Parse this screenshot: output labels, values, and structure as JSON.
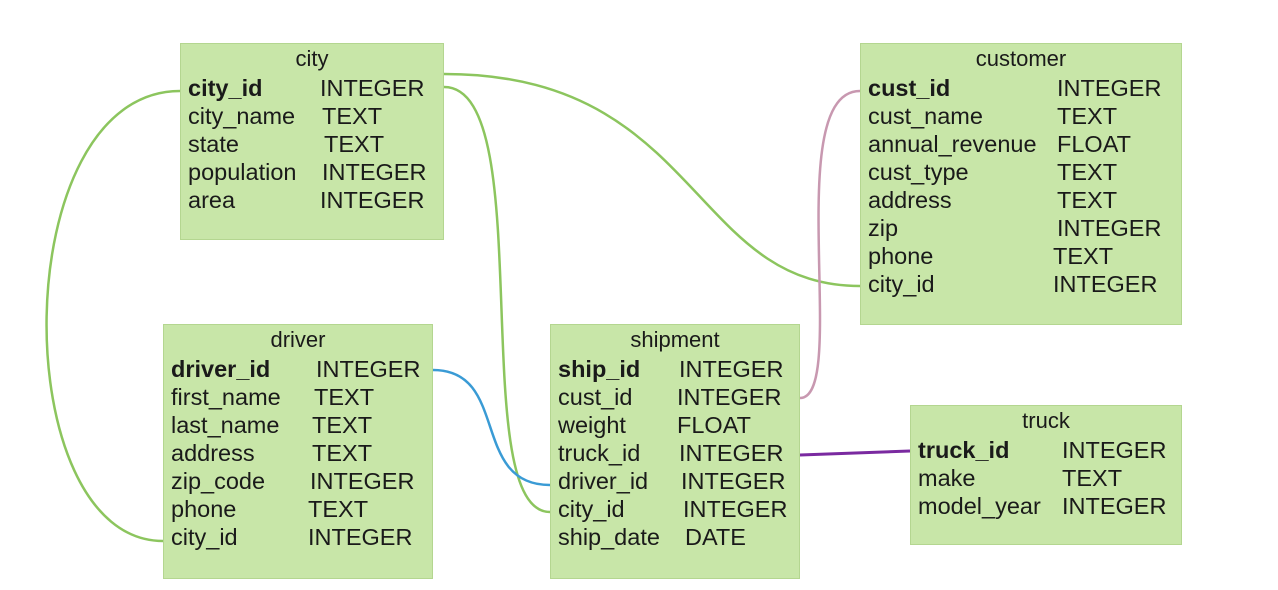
{
  "colors": {
    "entity_fill": "#c8e6a8",
    "link_green": "#8cc55e",
    "link_pink": "#c898b0",
    "link_blue": "#3a9bd5",
    "link_purple": "#7a2aa0"
  },
  "entities": {
    "city": {
      "title": "city",
      "fields": [
        {
          "name": "city_id",
          "type": "INTEGER",
          "primary_key": true
        },
        {
          "name": "city_name",
          "type": "TEXT"
        },
        {
          "name": "state",
          "type": "TEXT"
        },
        {
          "name": "population",
          "type": "INTEGER"
        },
        {
          "name": "area",
          "type": "INTEGER"
        }
      ]
    },
    "customer": {
      "title": "customer",
      "fields": [
        {
          "name": "cust_id",
          "type": "INTEGER",
          "primary_key": true
        },
        {
          "name": "cust_name",
          "type": "TEXT"
        },
        {
          "name": "annual_revenue",
          "type": "FLOAT"
        },
        {
          "name": "cust_type",
          "type": "TEXT"
        },
        {
          "name": "address",
          "type": "TEXT"
        },
        {
          "name": "zip",
          "type": "INTEGER"
        },
        {
          "name": "phone",
          "type": "TEXT"
        },
        {
          "name": "city_id",
          "type": "INTEGER"
        }
      ]
    },
    "driver": {
      "title": "driver",
      "fields": [
        {
          "name": "driver_id",
          "type": "INTEGER",
          "primary_key": true
        },
        {
          "name": "first_name",
          "type": "TEXT"
        },
        {
          "name": "last_name",
          "type": "TEXT"
        },
        {
          "name": "address",
          "type": "TEXT"
        },
        {
          "name": "zip_code",
          "type": "INTEGER"
        },
        {
          "name": "phone",
          "type": "TEXT"
        },
        {
          "name": "city_id",
          "type": "INTEGER"
        }
      ]
    },
    "shipment": {
      "title": "shipment",
      "fields": [
        {
          "name": "ship_id",
          "type": "INTEGER",
          "primary_key": true
        },
        {
          "name": "cust_id",
          "type": "INTEGER"
        },
        {
          "name": "weight",
          "type": "FLOAT"
        },
        {
          "name": "truck_id",
          "type": "INTEGER"
        },
        {
          "name": "driver_id",
          "type": "INTEGER"
        },
        {
          "name": "city_id",
          "type": "INTEGER"
        },
        {
          "name": "ship_date",
          "type": "DATE"
        }
      ]
    },
    "truck": {
      "title": "truck",
      "fields": [
        {
          "name": "truck_id",
          "type": "INTEGER",
          "primary_key": true
        },
        {
          "name": "make",
          "type": "TEXT"
        },
        {
          "name": "model_year",
          "type": "INTEGER"
        }
      ]
    }
  },
  "relationships": [
    {
      "from": "city.city_id",
      "to": "driver.city_id",
      "color": "#8cc55e"
    },
    {
      "from": "city.city_id",
      "to": "customer.city_id",
      "color": "#8cc55e"
    },
    {
      "from": "city.city_id",
      "to": "shipment.city_id",
      "color": "#8cc55e"
    },
    {
      "from": "customer.cust_id",
      "to": "shipment.cust_id",
      "color": "#c898b0"
    },
    {
      "from": "driver.driver_id",
      "to": "shipment.driver_id",
      "color": "#3a9bd5"
    },
    {
      "from": "truck.truck_id",
      "to": "shipment.truck_id",
      "color": "#7a2aa0"
    }
  ]
}
